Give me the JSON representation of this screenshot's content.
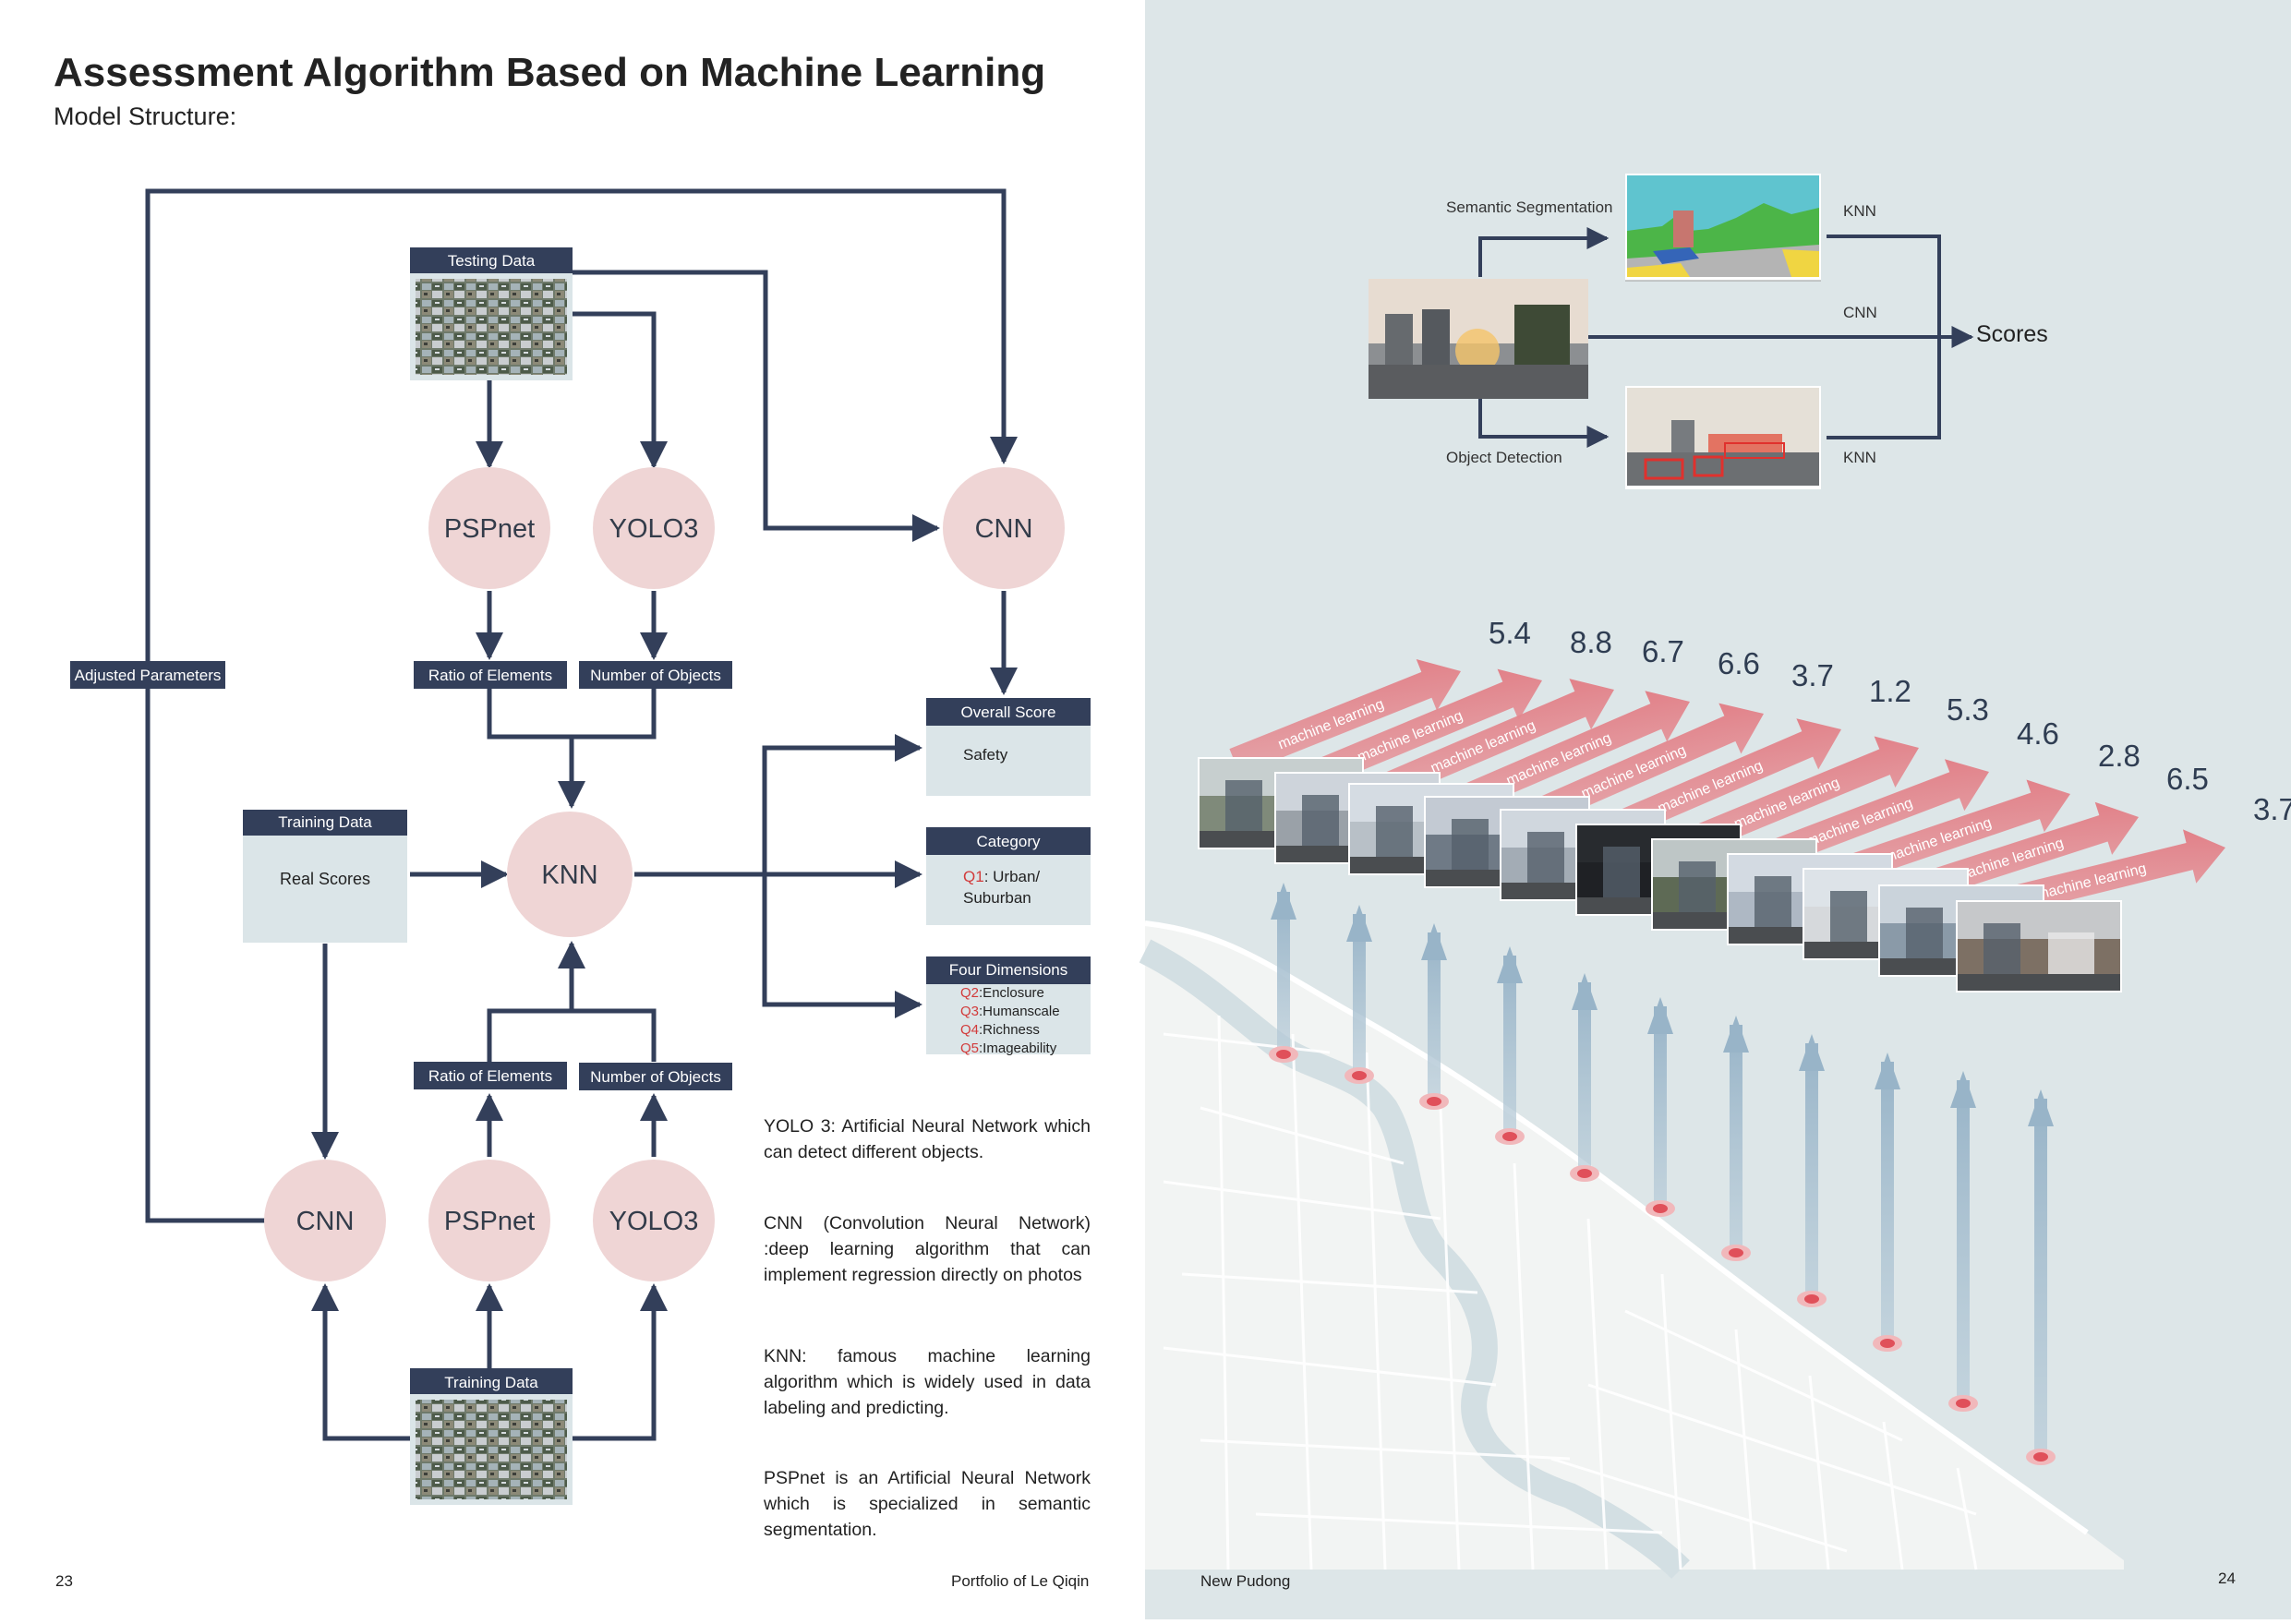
{
  "left_page": {
    "title": "Assessment Algorithm Based on Machine Learning",
    "subtitle": "Model Structure:",
    "labels": {
      "testing_data": "Testing Data",
      "training_data_top": "Training Data",
      "training_data_bottom": "Training Data",
      "real_scores": "Real Scores",
      "adjusted_parameters": "Adjusted Parameters",
      "ratio_of_elements_top": "Ratio of Elements",
      "number_of_objects_top": "Number of Objects",
      "ratio_of_elements_bottom": "Ratio of Elements",
      "number_of_objects_bottom": "Number of Objects"
    },
    "nodes": {
      "pspnet_top": "PSPnet",
      "yolo3_top": "YOLO3",
      "cnn_top": "CNN",
      "knn": "KNN",
      "cnn_bottom": "CNN",
      "pspnet_bottom": "PSPnet",
      "yolo3_bottom": "YOLO3"
    },
    "outputs": {
      "overall_score": {
        "header": "Overall Score",
        "body": "Safety"
      },
      "category": {
        "header": "Category",
        "q": "Q1",
        "body1": ": Urban/",
        "body2": "Suburban"
      },
      "four_dimensions": {
        "header": "Four Dimensions",
        "items": [
          {
            "q": "Q2",
            "text": ":Enclosure"
          },
          {
            "q": "Q3",
            "text": ":Humanscale"
          },
          {
            "q": "Q4",
            "text": ":Richness"
          },
          {
            "q": "Q5",
            "text": ":Imageability"
          }
        ]
      }
    },
    "descriptions": [
      "YOLO 3: Artificial Neural Network which can detect different objects.",
      "CNN (Convolution Neural Network) :deep learning algorithm that can implement regression directly on photos",
      "KNN: famous machine learning algorithm which is widely used in data labeling and predicting.",
      "PSPnet is an Artificial Neural Network which is specialized in semantic segmentation."
    ],
    "page_number": "23",
    "footer": "Portfolio of Le Qiqin"
  },
  "right_page": {
    "pipeline": {
      "semantic_segmentation": "Semantic Segmentation",
      "object_detection": "Object Detection",
      "knn_top": "KNN",
      "cnn": "CNN",
      "knn_bottom": "KNN",
      "scores": "Scores"
    },
    "arrow_label": "machine learning",
    "scores": [
      "5.4",
      "8.8",
      "6.7",
      "6.6",
      "3.7",
      "1.2",
      "5.3",
      "4.6",
      "2.8",
      "6.5",
      "3.7"
    ],
    "footer": "New Pudong",
    "page_number": "24"
  },
  "colors": {
    "navy": "#333f5a",
    "circle": "#efd5d5",
    "box": "#dbe5e8",
    "right_bg": "#dde6e8",
    "q_red": "#d23b3b",
    "arrow_pink": "#e8a2a6",
    "arrow_blue": "#a8bfcf"
  }
}
